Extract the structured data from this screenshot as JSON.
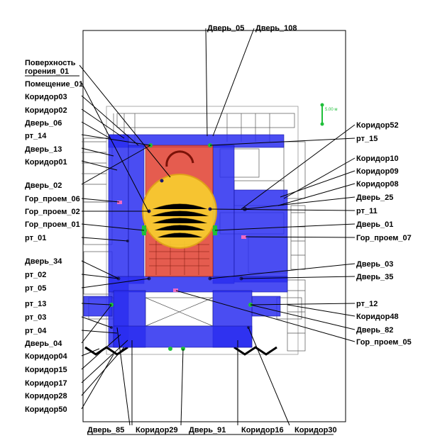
{
  "scale_label": "5.00 м",
  "colors": {
    "corridor": "#2a2ef0",
    "room": "#e24a3c",
    "fire": "#f7cf2e",
    "fire_edge": "#e0a01a",
    "door": "#1fbf3a",
    "point": "#1a1a6e",
    "leader": "#000000",
    "plan_line": "#444444",
    "pink_marker": "#f06ac4"
  },
  "labels": {
    "top": [
      "Дверь_05",
      "Дверь_108"
    ],
    "left": [
      "Поверхность",
      "горения_01",
      "Помещение_01",
      "Коридор03",
      "Коридор02",
      "Дверь_06",
      "рт_14",
      "Дверь_13",
      "Коридор01",
      "Дверь_02",
      "Гор_проем_06",
      "Гор_проем_02",
      "Гор_проем_01",
      "рт_01",
      "Дверь_34",
      "рт_02",
      "рт_05",
      "рт_13",
      "рт_03",
      "рт_04",
      "Дверь_04",
      "Коридор04",
      "Коридор15",
      "Коридор17",
      "Коридор28",
      "Коридор50"
    ],
    "right": [
      "Коридор52",
      "рт_15",
      "Коридор10",
      "Коридор09",
      "Коридор08",
      "Дверь_25",
      "рт_11",
      "Дверь_01",
      "Гор_проем_07",
      "Дверь_03",
      "Дверь_35",
      "рт_12",
      "Коридор48",
      "Дверь_82",
      "Гор_проем_05"
    ],
    "bottom": [
      "Дверь_85",
      "Коридор29",
      "Дверь_91",
      "Коридор16",
      "Коридор30"
    ]
  }
}
